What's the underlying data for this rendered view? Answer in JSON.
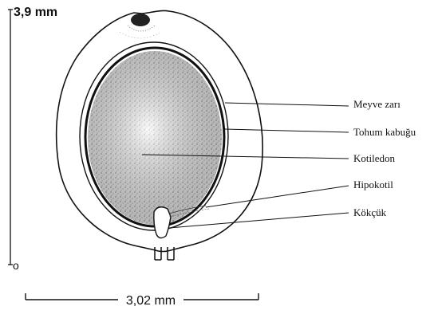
{
  "figure": {
    "scale_top_label": "3,9  mm",
    "scale_bottom_label": "o",
    "width_label": "3,02 mm"
  },
  "labels": [
    {
      "id": "meyve",
      "text": "Meyve zarı"
    },
    {
      "id": "tohum",
      "text": "Tohum kabuğu"
    },
    {
      "id": "kotiledon",
      "text": "Kotiledon"
    },
    {
      "id": "hipokotil",
      "text": "Hipokotil"
    },
    {
      "id": "kokcuk",
      "text": "Kökçük"
    }
  ]
}
